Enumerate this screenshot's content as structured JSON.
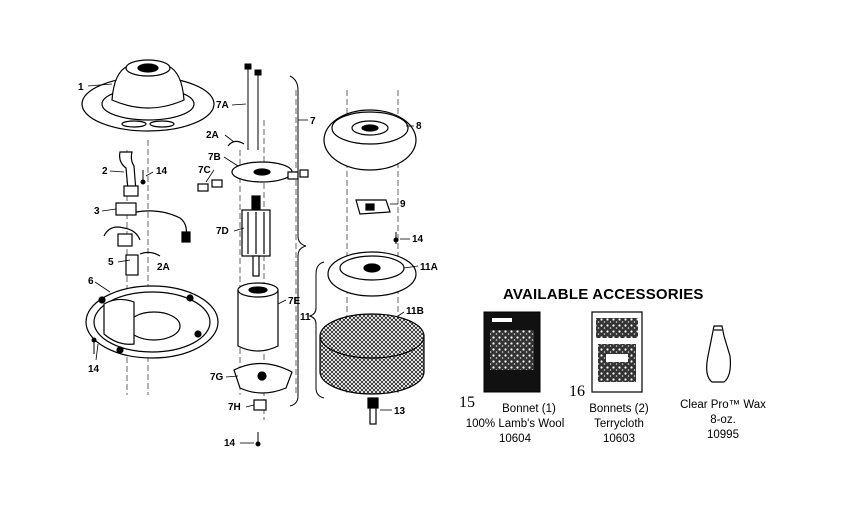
{
  "callouts": {
    "c1": "1",
    "c2": "2",
    "c2A_top": "2A",
    "c2A_bottom": "2A",
    "c3": "3",
    "c5": "5",
    "c6": "6",
    "c7": "7",
    "c7A": "7A",
    "c7B": "7B",
    "c7C": "7C",
    "c7D": "7D",
    "c7E": "7E",
    "c7G": "7G",
    "c7H": "7H",
    "c8": "8",
    "c9": "9",
    "c11": "11",
    "c11A": "11A",
    "c11B": "11B",
    "c13": "13",
    "c14_a": "14",
    "c14_b": "14",
    "c14_c": "14",
    "c14_d": "14"
  },
  "accessories": {
    "heading": "AVAILABLE ACCESSORIES",
    "items": [
      {
        "number": "15",
        "name": "Bonnet (1)",
        "detail": "100% Lamb's Wool",
        "part": "10604",
        "icon": "wool-bonnet-package-icon"
      },
      {
        "number": "16",
        "name": "Bonnets (2)",
        "detail": "Terrycloth",
        "part": "10603",
        "icon": "terrycloth-bonnet-package-icon"
      },
      {
        "number": "",
        "name": "Clear Pro™ Wax",
        "detail": "8-oz.",
        "part": "10995",
        "icon": "wax-bottle-icon"
      }
    ]
  }
}
